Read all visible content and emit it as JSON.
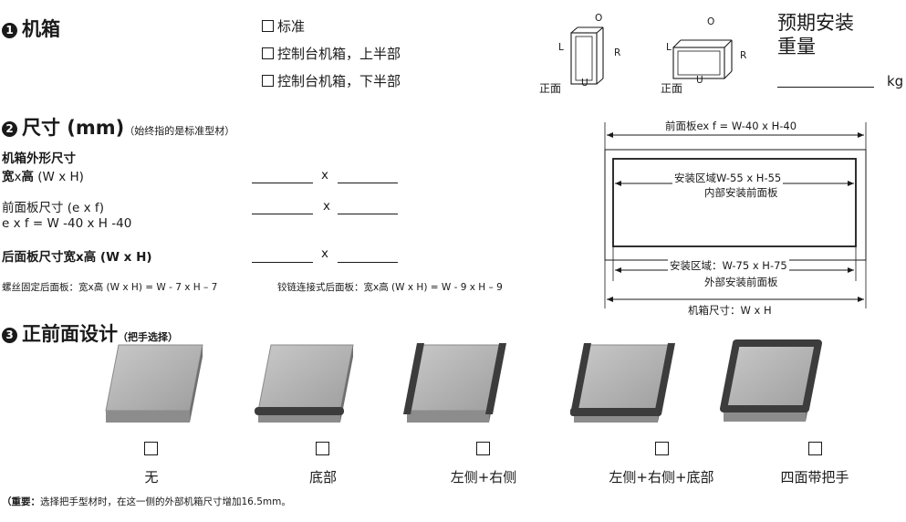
{
  "section1": {
    "number": "1",
    "title": "机箱",
    "options": [
      "标准",
      "控制台机箱，上半部",
      "控制台机箱，下半部"
    ],
    "diagram_labels": {
      "top": "O",
      "left": "L",
      "right": "R",
      "bottom": "U",
      "front": "正面"
    },
    "weight_label_line1": "预期安装",
    "weight_label_line2": "重量",
    "weight_unit": "kg"
  },
  "section2": {
    "number": "2",
    "title": "尺寸 (mm)",
    "note": "（始终指的是标准型材）",
    "outer_label_line1": "机箱外形尺寸",
    "outer_label_line2_bold": "宽",
    "outer_label_line2_mid": "x",
    "outer_label_line2_bold2": "高",
    "outer_label_line2_rest": " (W x H)",
    "front_panel_label_line1": "前面板尺寸 (e x f)",
    "front_panel_label_line2": "e x f = W -40 x H -40",
    "rear_panel_label": "后面板尺寸宽x高 (W x H)",
    "separator": "x",
    "screw_note": "螺丝固定后面板：宽x高 (W x H) = W - 7 x H – 7",
    "hinge_note": "铰链连接式后面板：宽x高 (W x H) = W - 9 x H – 9",
    "diagram": {
      "front_panel": "前面板ex f = W-40 x H-40",
      "inner_area_line1": "安装区域W-55 x H-55",
      "inner_area_line2": "内部安装前面板",
      "outer_area_line1": "安装区域：W-75 x H-75",
      "outer_area_line2": "外部安装前面板",
      "enclosure": "机箱尺寸：W x H"
    }
  },
  "section3": {
    "number": "3",
    "title": "正前面设计",
    "note": "（把手选择）",
    "options": [
      "无",
      "底部",
      "左侧+右侧",
      "左侧+右侧+底部",
      "四面带把手"
    ],
    "important_bold": "（重要：",
    "important_rest": "选择把手型材时，在这一侧的外部机箱尺寸增加16.5mm。"
  }
}
